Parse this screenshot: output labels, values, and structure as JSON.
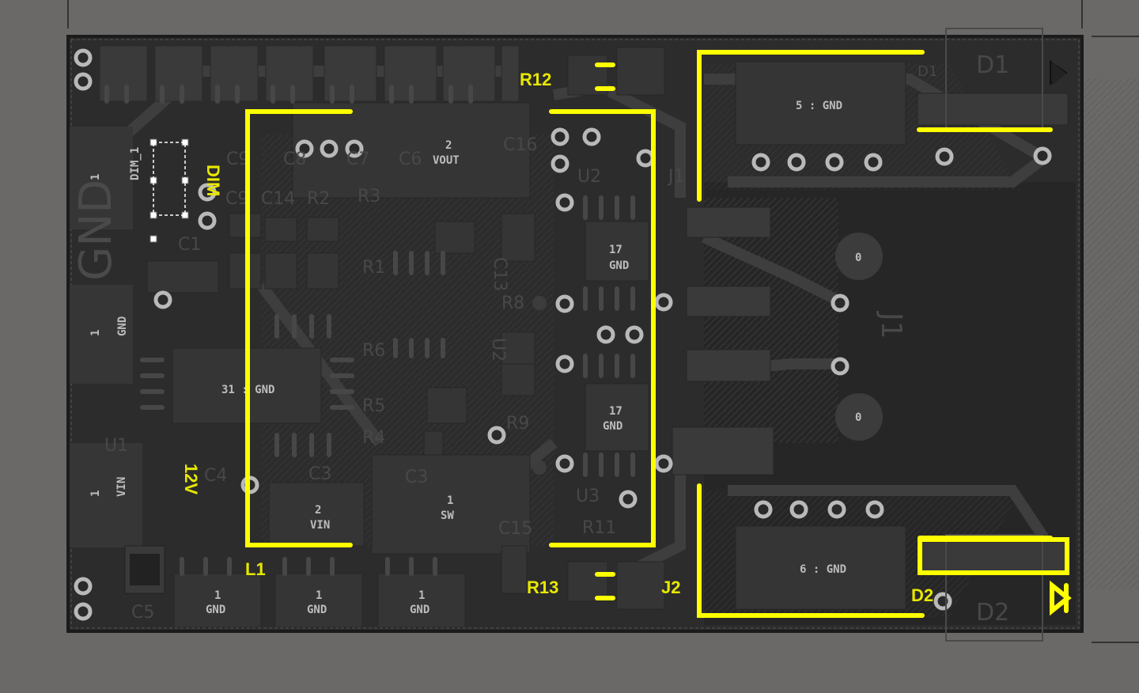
{
  "app": {
    "view": "PCB 3D layout view"
  },
  "colors": {
    "workspace": "#6b6968",
    "board": "#2b2b2b",
    "pad": "#3a3a3a",
    "silkscreen": "#ffff00",
    "outline": "#1b1b1b",
    "hole": "#d0d0d0"
  },
  "designators": {
    "r12": "R12",
    "r13": "R13",
    "l1": "L1",
    "j2": "J2",
    "d2": "D2",
    "dim": "DIM",
    "v12": "12V"
  },
  "ghost_labels": {
    "gnd": "GND",
    "d1_top": "D1",
    "d2_bottom": "D2",
    "j1": "J1",
    "c1": "C1",
    "c3": "C3",
    "c4": "C4",
    "c5": "C5",
    "c6": "C6",
    "c7": "C7",
    "c8": "C8",
    "c9": "C9",
    "c13": "C13",
    "c14": "C14",
    "c15": "C15",
    "c16": "C16",
    "r1": "R1",
    "r2": "R2",
    "r3": "R3",
    "r4": "R4",
    "r5": "R5",
    "r6": "R6",
    "r8": "R8",
    "r9": "R9",
    "r11": "R11",
    "u1": "U1",
    "u2": "U2",
    "u3": "U3"
  },
  "pads": {
    "dim1": [
      "1",
      "DIM_1"
    ],
    "gnd_left": [
      "1",
      "GND"
    ],
    "vin_left": [
      "1",
      "VIN"
    ],
    "vout": [
      "2",
      "VOUT"
    ],
    "gnd31": "31 : GND",
    "gnd17a": [
      "17",
      "GND"
    ],
    "gnd17b": [
      "17",
      "GND"
    ],
    "vin2": [
      "2",
      "VIN"
    ],
    "sw1": [
      "1",
      "SW"
    ],
    "gnd5": "5 : GND",
    "gnd6": "6 : GND",
    "gnd_b1": [
      "1",
      "GND"
    ],
    "gnd_b2": [
      "1",
      "GND"
    ],
    "gnd_b3": [
      "1",
      "GND"
    ],
    "hole0a": "0",
    "hole0b": "0"
  }
}
